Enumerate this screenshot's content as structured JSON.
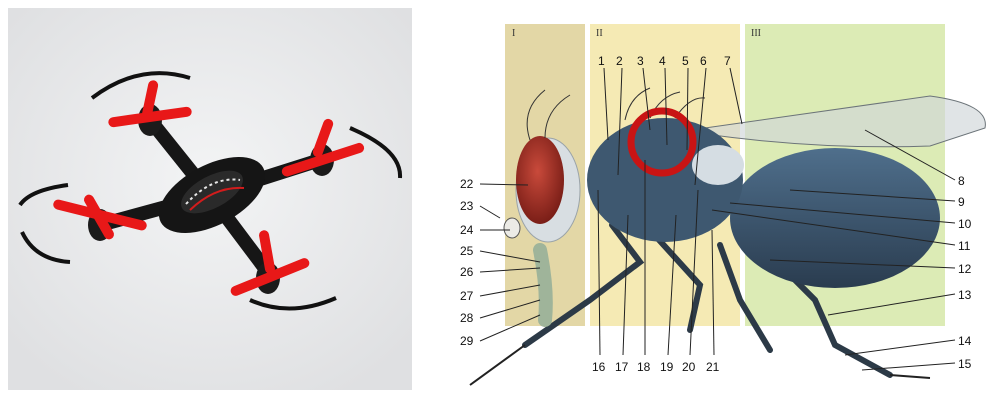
{
  "drone_photo": {
    "frame_color": "#e7e8ea",
    "body_color": "#151515",
    "propeller_color": "#e81818"
  },
  "fly_diagram": {
    "region_labels": [
      "I",
      "II",
      "III"
    ],
    "region_colors": [
      "#e3d7a6",
      "#f5eab4",
      "#dcebb5"
    ],
    "highlight_color": "#c91414",
    "callouts_top": [
      "1",
      "2",
      "3",
      "4",
      "5",
      "6",
      "7"
    ],
    "callouts_right": [
      "8",
      "9",
      "10",
      "11",
      "12",
      "13",
      "14",
      "15"
    ],
    "callouts_bottom": [
      "16",
      "17",
      "18",
      "19",
      "20",
      "21"
    ],
    "callouts_left": [
      "22",
      "23",
      "24",
      "25",
      "26",
      "27",
      "28",
      "29"
    ]
  }
}
